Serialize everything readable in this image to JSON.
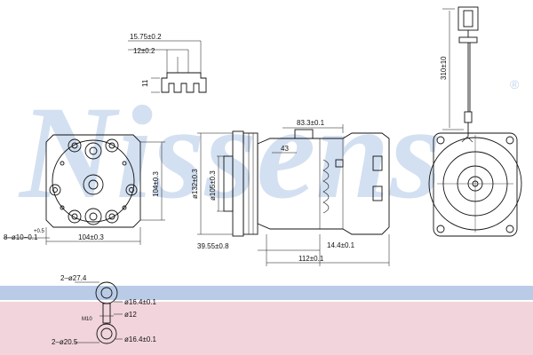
{
  "watermark": {
    "brand": "Nissens",
    "registered_mark": "®",
    "band_top_color": "#b9cbe6",
    "band_bottom_color": "#e8b3c0"
  },
  "dimensions": {
    "connector_width": "15.75±0.2",
    "connector_pitch": "12±0.2",
    "connector_height": "11",
    "wire_length": "310±10",
    "bolt_holes": "8–ø10−0.1",
    "bolt_holes_tol": "+0.5",
    "bolt_spacing_h": "104±0.3",
    "bolt_spacing_v": "104±0.3",
    "pulley_outer_dia": "ø132±0.3",
    "pulley_inner_dia": "ø105±0.3",
    "body_top": "83.3±0.1",
    "body_offset": "43",
    "front_offset": "39.55±0.8",
    "rear_length": "14.4±0.1",
    "overall_length": "112±0.1",
    "port1_dia": "2–ø27.4",
    "port1_inner": "ø16.4±0.1",
    "port_thread": "M10",
    "port_ref": "ø12",
    "port2_dia": "2–ø20.5",
    "port2_inner": "ø16.4±0.1"
  },
  "colors": {
    "line": "#111111",
    "watermark": "#9dbbe0"
  }
}
